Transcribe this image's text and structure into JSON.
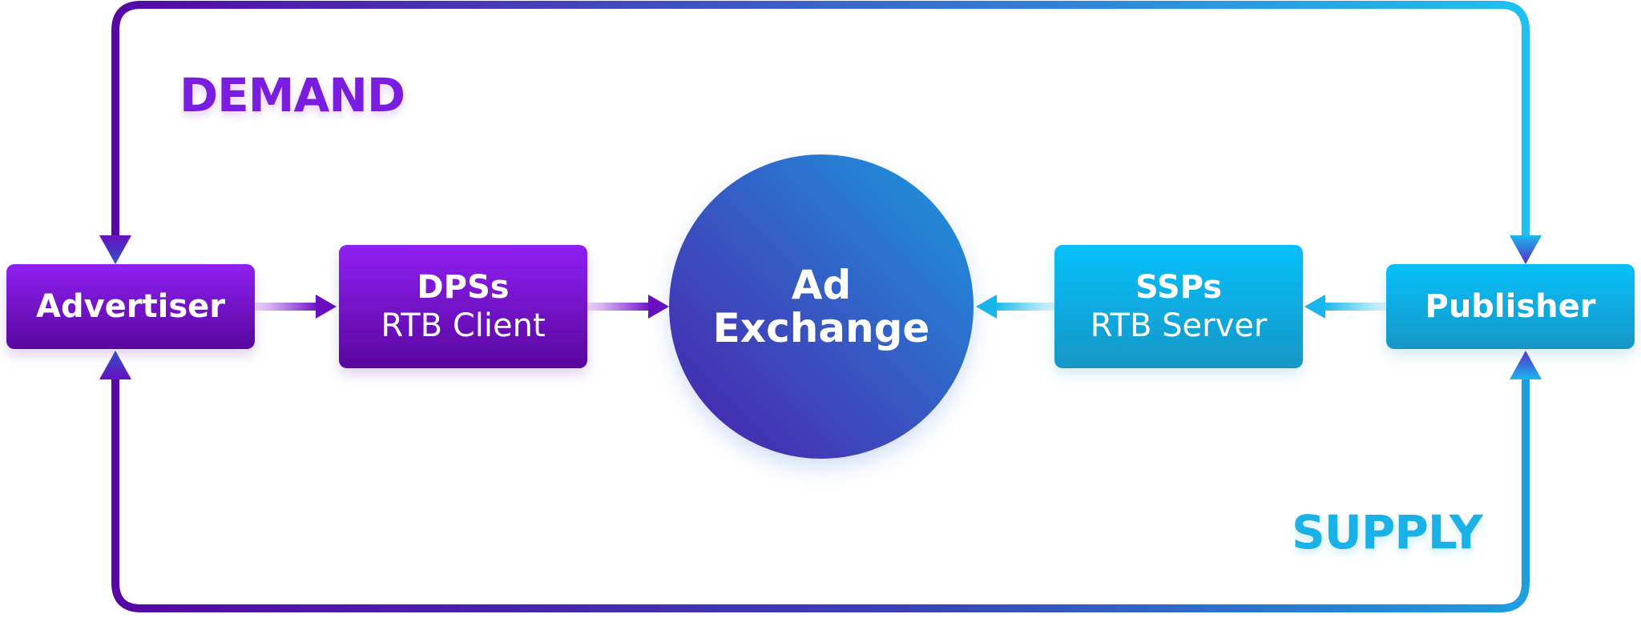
{
  "labels": {
    "demand": "DEMAND",
    "supply": "SUPPLY"
  },
  "nodes": {
    "advertiser": {
      "title": "Advertiser"
    },
    "dsp": {
      "title": "DPSs",
      "subtitle": "RTB Client"
    },
    "ad_exchange": {
      "line1": "Ad",
      "line2": "Exchange"
    },
    "ssp": {
      "title": "SSPs",
      "subtitle": "RTB Server"
    },
    "publisher": {
      "title": "Publisher"
    }
  },
  "colors": {
    "demand_purple": "#7a1de0",
    "supply_blue": "#1ab2e6",
    "loop_start": "#5508a5",
    "loop_end": "#1ec0f0"
  }
}
